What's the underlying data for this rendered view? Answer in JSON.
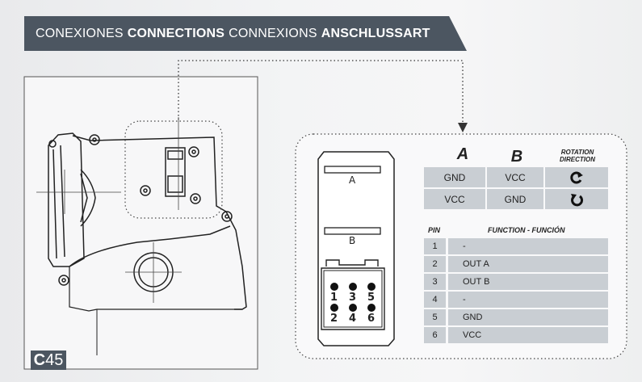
{
  "header": {
    "t1": "CONEXIONES",
    "t2": "CONNECTIONS",
    "t3": "CONNEXIONS",
    "t4": "ANSCHLUSSART"
  },
  "connector": {
    "label_a": "A",
    "label_b": "B",
    "pins_top": [
      "1",
      "3",
      "5"
    ],
    "pins_bottom": [
      "2",
      "4",
      "6"
    ]
  },
  "rotation_table": {
    "header_a": "A",
    "header_b": "B",
    "header_rotation_line1": "ROTATION",
    "header_rotation_line2": "DIRECTION",
    "rows": [
      {
        "a": "GND",
        "b": "VCC",
        "icon": "rotate-clockwise-icon"
      },
      {
        "a": "VCC",
        "b": "GND",
        "icon": "rotate-counterclockwise-icon"
      }
    ]
  },
  "pin_table": {
    "header_pin": "PIN",
    "header_function": "FUNCTION - FUNCIÓN",
    "rows": [
      {
        "pin": "1",
        "function": "-"
      },
      {
        "pin": "2",
        "function": "OUT A"
      },
      {
        "pin": "3",
        "function": "OUT B"
      },
      {
        "pin": "4",
        "function": "-"
      },
      {
        "pin": "5",
        "function": "GND"
      },
      {
        "pin": "6",
        "function": "VCC"
      }
    ]
  },
  "page": {
    "prefix": "C",
    "number": "45"
  }
}
